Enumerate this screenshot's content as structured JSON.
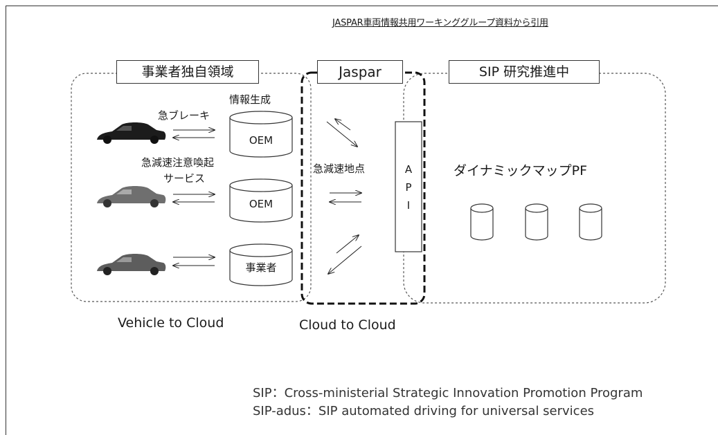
{
  "header": {
    "citation": "JASPAR車両情報共用ワーキンググループ資料から引用"
  },
  "regions": {
    "vehicle_region_label": "事業者独自領域",
    "jaspar_label": "Jaspar",
    "sip_label": "SIP 研究推進中"
  },
  "vehicle_side": {
    "info_generation": "情報生成",
    "sudden_brake": "急ブレーキ",
    "sudden_decel_alert": "急減速注意喚起",
    "service": "サービス",
    "db_labels": [
      "OEM",
      "OEM",
      "事業者"
    ]
  },
  "cloud_side": {
    "sudden_decel_point": "急減速地点",
    "api_letters": [
      "A",
      "P",
      "I"
    ]
  },
  "sip_side": {
    "dynamic_map_pf": "ダイナミックマップPF"
  },
  "captions": {
    "vehicle_to_cloud": "Vehicle to Cloud",
    "cloud_to_cloud": "Cloud to Cloud"
  },
  "footnotes": {
    "sip": "SIP：Cross-ministerial Strategic Innovation Promotion Program",
    "sip_adus": "SIP-adus：SIP automated driving for universal services"
  },
  "icons": {
    "car": "car-icon",
    "database": "database-icon",
    "arrow": "arrow-icon"
  }
}
